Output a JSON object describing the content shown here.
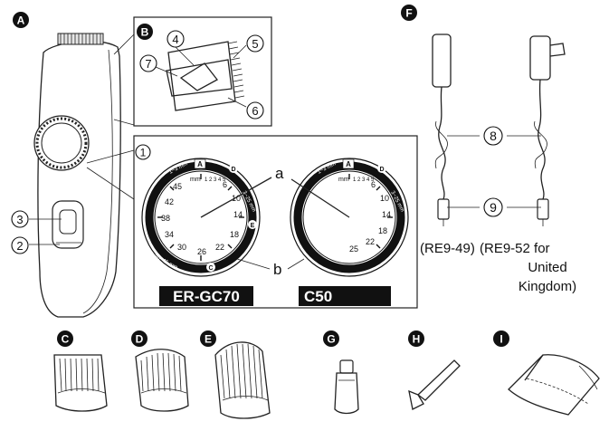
{
  "badges": {
    "A": "A",
    "B": "B",
    "C": "C",
    "D": "D",
    "E": "E",
    "F": "F",
    "G": "G",
    "H": "H",
    "I": "I"
  },
  "numbers": {
    "n1": "1",
    "n2": "2",
    "n3": "3",
    "n4": "4",
    "n5": "5",
    "n6": "6",
    "n7": "7",
    "n8": "8",
    "n9": "9"
  },
  "letters": {
    "a": "a",
    "b": "b"
  },
  "dial_left": {
    "model_label": "ER-GC70",
    "ring_top": "1~3 mm",
    "ring_right": "3~25 mm",
    "ring_bottom": "20~45 mm",
    "mm": "mm",
    "fine": "1 2 3 4 5",
    "ticks": [
      "45",
      "42",
      "38",
      "34",
      "30",
      "26",
      "22",
      "18",
      "14",
      "10",
      "6"
    ],
    "badge_a": "A",
    "badge_c": "C",
    "badge_d": "D",
    "badge_e": "E"
  },
  "dial_right": {
    "model_label": "C50",
    "ring_top": "1~3 mm",
    "ring_right": "3~25 mm",
    "mm": "mm",
    "fine": "1 2 3 4 5",
    "ticks": [
      "6",
      "10",
      "14",
      "18",
      "22",
      "25"
    ],
    "badge_a": "A",
    "badge_d": "D"
  },
  "adaptors": {
    "label_left": "(RE9-49)",
    "label_right_l1": "(RE9-52 for",
    "label_right_l2": "United",
    "label_right_l3": "Kingdom)"
  }
}
